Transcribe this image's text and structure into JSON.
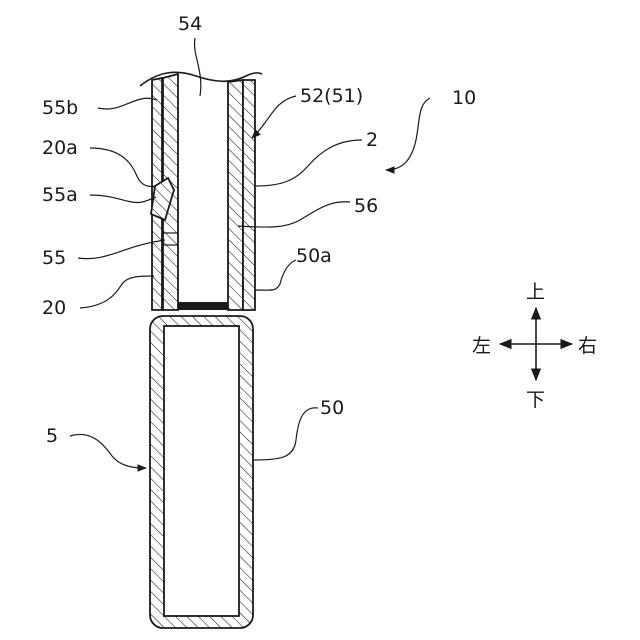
{
  "labels": {
    "l54": "54",
    "l55b": "55b",
    "l20a": "20a",
    "l55a": "55a",
    "l55": "55",
    "l20": "20",
    "l52": "52(51)",
    "l10": "10",
    "l2": "2",
    "l56": "56",
    "l50a": "50a",
    "l5": "5",
    "l50": "50"
  },
  "directions": {
    "up": "上",
    "down": "下",
    "left": "左",
    "right": "右"
  }
}
